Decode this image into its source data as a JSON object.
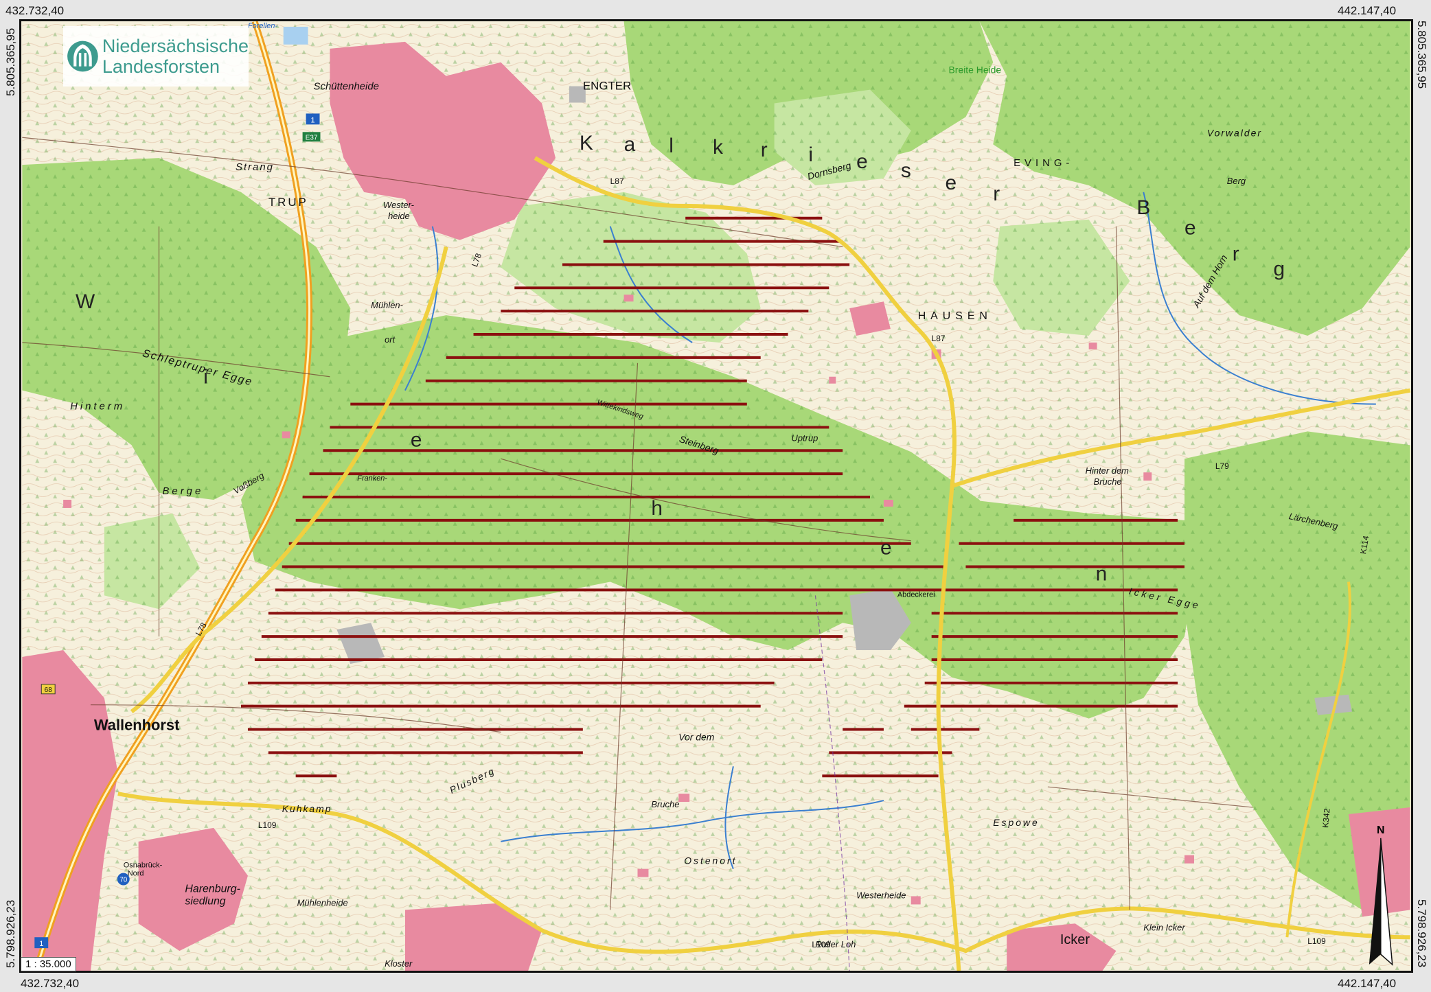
{
  "map": {
    "brand": {
      "line1": "Niedersächsische",
      "line2": "Landesforsten"
    },
    "coords": {
      "top_left": "432.732,40",
      "top_right": "442.147,40",
      "bottom_left": "432.732,40",
      "bottom_right": "442.147,40",
      "left_top": "5.805.365,95",
      "left_bottom": "5.798.926,23",
      "right_top": "5.805.365,95",
      "right_bottom": "5.798.926,23"
    },
    "scale": "1 : 35.000",
    "north_label": "N",
    "places": {
      "wallenhorst": "Wallenhorst",
      "engter": "ENGTER",
      "trup": "TRUP",
      "hausen": "HAUSEN",
      "icker": "Icker",
      "schuettenheide": "Schüttenheide",
      "strang": "Strang",
      "westerheide": "Wester-",
      "westerheide2": "heide",
      "muehlenort1": "Mühlen-",
      "muehlenort2": "ort",
      "uptrup": "Uptrup",
      "hinterm": "Hinterm",
      "berge": "Berge",
      "kuhkamp": "Kuhkamp",
      "harenburg1": "Harenburg-",
      "harenburg2": "siedlung",
      "muehlenheide": "Mühlenheide",
      "klein_icker": "Klein Icker",
      "espowe": "Espowe",
      "ostenort": "Ostenort",
      "westerheide_s": "Westerheide",
      "bruche": "Bruche",
      "vor_dem": "Vor dem",
      "hinter_dem_bruche1": "Hinter dem",
      "hinter_dem_bruche2": "Bruche",
      "vorwalder": "Vorwalder",
      "berg": "Berg",
      "auf_dem_horn": "Auf dem Horn",
      "dornsberg": "Dornsberg",
      "breite_heide": "Breite Heide",
      "steinberg": "Steinberg",
      "wittekindsweg": "Wittekindsweg",
      "schleptruper_egge": "Schleptruper Egge",
      "icker_egge": "Icker Egge",
      "plusberg": "Plusberg",
      "vossberg": "Voßberg",
      "larchenberg": "Lärchenberg",
      "ruller_loh": "Ruller Loh",
      "kloster": "Kloster",
      "eving": "EVING-",
      "abdeckerei": "Abdeckerei",
      "osnabrueck_nord1": "Osnabrück-",
      "osnabrueck_nord2": "Nord",
      "franken": "Franken-",
      "forellensee": "Forellen-"
    },
    "big_letters": {
      "wiehen": [
        "W",
        "i",
        "e",
        "h",
        "e",
        "n"
      ],
      "kalkriese": [
        "K",
        "a",
        "l",
        "k",
        "r",
        "i",
        "e",
        "s",
        "e",
        "r"
      ],
      "berg_letters": [
        "B",
        "e",
        "r",
        "g"
      ]
    },
    "roads": {
      "l87": "L87",
      "l78": "L78",
      "l79": "L79",
      "l109": "L109",
      "e37": "E37",
      "k114": "K114",
      "k342": "K342",
      "b68": "68",
      "a70": "70",
      "a1": "1"
    },
    "colors": {
      "forest": "#a8d878",
      "forest_light": "#c6e6a2",
      "open": "#f6f0dc",
      "settlement": "#e88aa0",
      "motorway": "#f0a020",
      "road": "#f0d040",
      "hatch": "#8b1010",
      "water": "#3a7fd0"
    }
  }
}
